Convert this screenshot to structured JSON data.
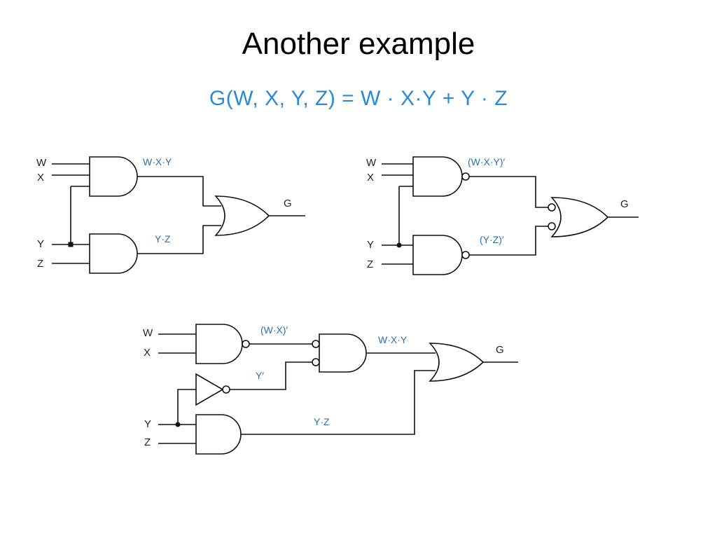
{
  "slide": {
    "title": "Another example",
    "equation": "G(W, X, Y, Z) = W · X·Y + Y · Z"
  },
  "circuit_and_or": {
    "inputs": [
      "W",
      "X",
      "Y",
      "Z"
    ],
    "signals": [
      "W·X·Y",
      "Y·Z"
    ],
    "output": "G"
  },
  "circuit_nand_nand": {
    "inputs": [
      "W",
      "X",
      "Y",
      "Z"
    ],
    "signals": [
      "(W·X·Y)′",
      "(Y·Z)′"
    ],
    "output": "G"
  },
  "circuit_two_input": {
    "inputs": [
      "W",
      "X",
      "Y",
      "Z"
    ],
    "signals": [
      "(W·X)′",
      "W·X·Y",
      "Y′",
      "Y·Z"
    ],
    "output": "G"
  },
  "colors": {
    "signal_label": "#2a6fb0",
    "equation": "#2a8ad4"
  }
}
